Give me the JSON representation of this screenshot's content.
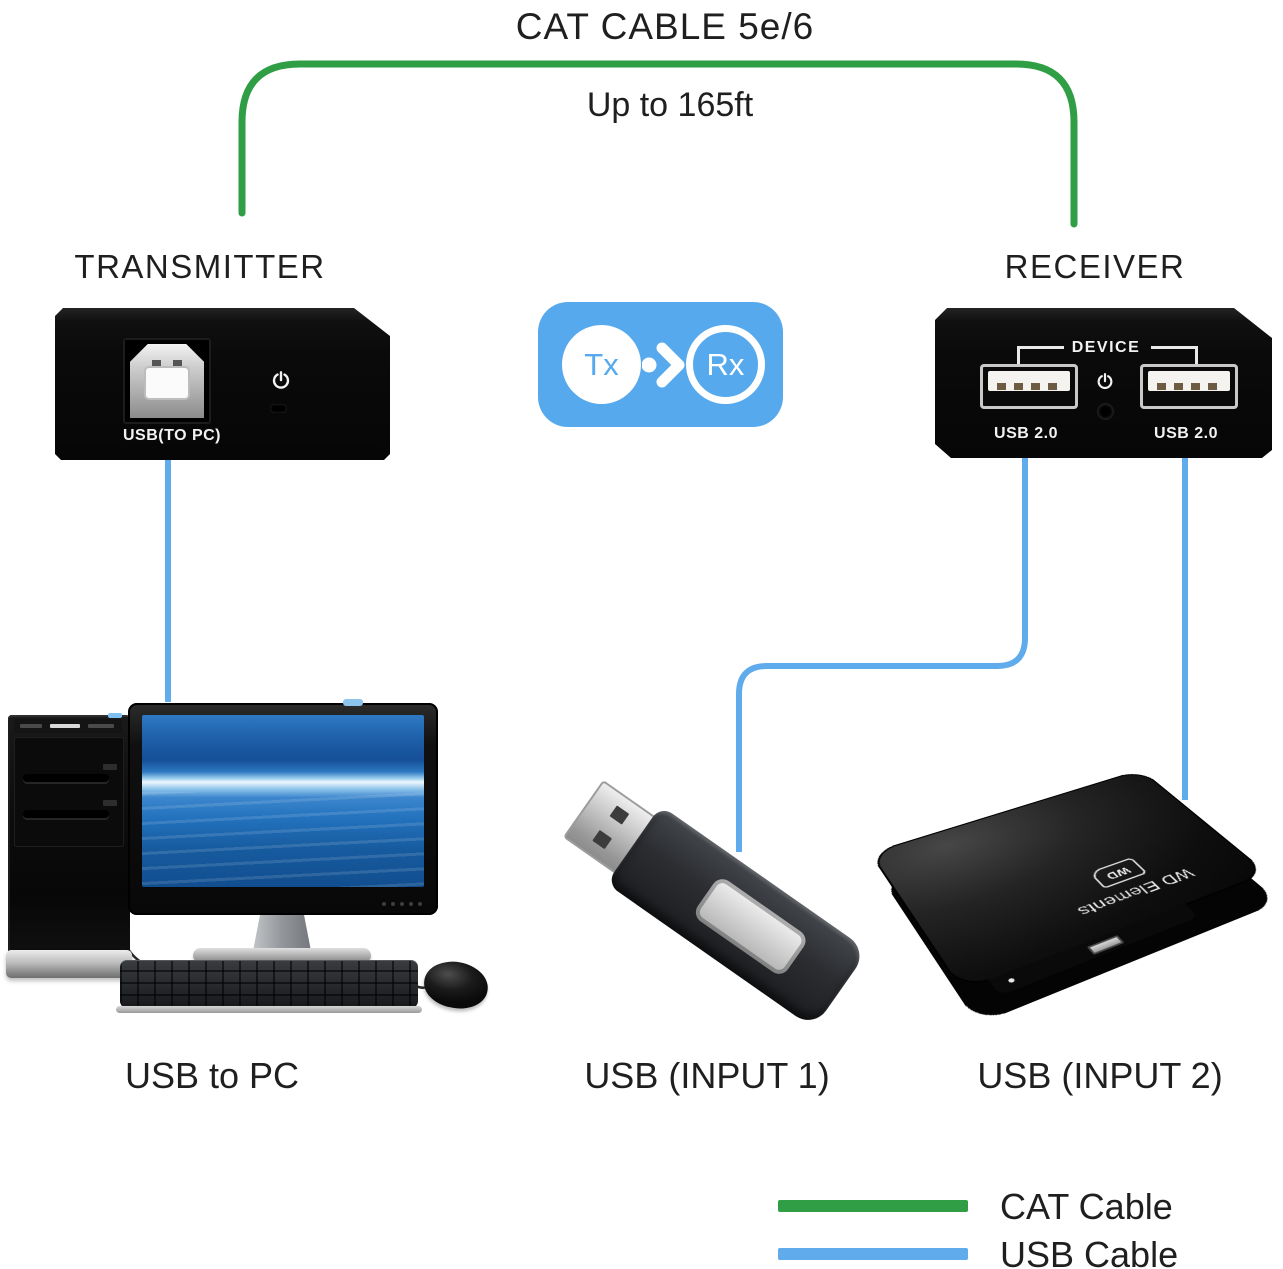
{
  "title": "CAT CABLE 5e/6",
  "cable_note": "Up to 165ft",
  "colors": {
    "cat_cable": "#2f9e45",
    "usb_cable": "#5fabec",
    "badge_blue": "#56a9ed"
  },
  "transmitter": {
    "name": "TRANSMITTER",
    "port_label": "USB(TO PC)"
  },
  "receiver": {
    "name": "RECEIVER",
    "group_label": "DEVICE",
    "port1_label": "USB 2.0",
    "port2_label": "USB 2.0"
  },
  "flow_badge": {
    "tx": "Tx",
    "rx": "Rx"
  },
  "endpoints": {
    "pc": "USB to PC",
    "input1": "USB (INPUT 1)",
    "input2": "USB (INPUT 2)"
  },
  "hard_drive": {
    "brand": "WD Elements",
    "logo": "WD"
  },
  "legend": [
    {
      "label": "CAT Cable",
      "color": "#2f9e45"
    },
    {
      "label": "USB Cable",
      "color": "#5fabec"
    }
  ]
}
